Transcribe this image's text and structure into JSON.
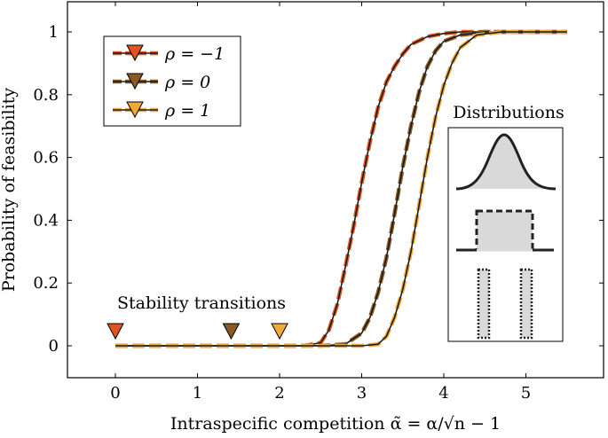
{
  "chart_data": {
    "type": "line",
    "title": "",
    "xlabel": "Intraspecific competition α̃ = α/√n − 1",
    "ylabel": "Probability of feasibility",
    "xlim": [
      -0.5,
      5.8
    ],
    "ylim": [
      -0.1,
      1.1
    ],
    "x_ticks": [
      "0",
      "1",
      "2",
      "3",
      "4",
      "5"
    ],
    "y_ticks": [
      "0",
      "0.2",
      "0.4",
      "0.6",
      "0.8",
      "1"
    ],
    "grid": false,
    "legend_position": "top-left",
    "series": [
      {
        "name": "ρ = −1",
        "color": "#e0541f",
        "marker": "triangle-down",
        "x": [
          0,
          0.5,
          1.0,
          1.5,
          2.0,
          2.3,
          2.5,
          2.6,
          2.7,
          2.8,
          2.9,
          3.0,
          3.1,
          3.2,
          3.3,
          3.4,
          3.5,
          3.6,
          3.8,
          4.0,
          4.2,
          4.5,
          5.0,
          5.5
        ],
        "values": [
          0,
          0,
          0,
          0,
          0,
          0,
          0.01,
          0.05,
          0.13,
          0.25,
          0.38,
          0.52,
          0.65,
          0.76,
          0.84,
          0.89,
          0.93,
          0.96,
          0.985,
          0.995,
          1.0,
          1.0,
          1.0,
          1.0
        ]
      },
      {
        "name": "ρ = 0",
        "color": "#8a5a22",
        "marker": "triangle-down",
        "x": [
          0,
          0.5,
          1.0,
          1.5,
          2.0,
          2.5,
          2.8,
          3.0,
          3.1,
          3.2,
          3.3,
          3.4,
          3.5,
          3.6,
          3.7,
          3.8,
          3.9,
          4.0,
          4.2,
          4.5,
          5.0,
          5.5
        ],
        "values": [
          0,
          0,
          0,
          0,
          0,
          0,
          0.005,
          0.04,
          0.09,
          0.17,
          0.28,
          0.42,
          0.57,
          0.7,
          0.81,
          0.89,
          0.94,
          0.97,
          0.99,
          1.0,
          1.0,
          1.0
        ]
      },
      {
        "name": "ρ = 1",
        "color": "#f2a93b",
        "marker": "triangle-down",
        "x": [
          0,
          0.5,
          1.0,
          1.5,
          2.0,
          2.5,
          3.0,
          3.2,
          3.3,
          3.4,
          3.5,
          3.6,
          3.7,
          3.8,
          3.9,
          4.0,
          4.1,
          4.2,
          4.4,
          4.7,
          5.0,
          5.5
        ],
        "values": [
          0,
          0,
          0,
          0,
          0,
          0,
          0,
          0.005,
          0.03,
          0.09,
          0.18,
          0.3,
          0.45,
          0.6,
          0.73,
          0.83,
          0.9,
          0.95,
          0.99,
          1.0,
          1.0,
          1.0
        ]
      }
    ],
    "stability_transitions": [
      {
        "series": "ρ = −1",
        "x": 0,
        "color": "#e0541f"
      },
      {
        "series": "ρ = 0",
        "x": 1.41,
        "color": "#8a5a22"
      },
      {
        "series": "ρ = 1",
        "x": 2.0,
        "color": "#f2a93b"
      }
    ],
    "annotations": {
      "stability": "Stability transitions",
      "distributions": "Distributions"
    }
  }
}
